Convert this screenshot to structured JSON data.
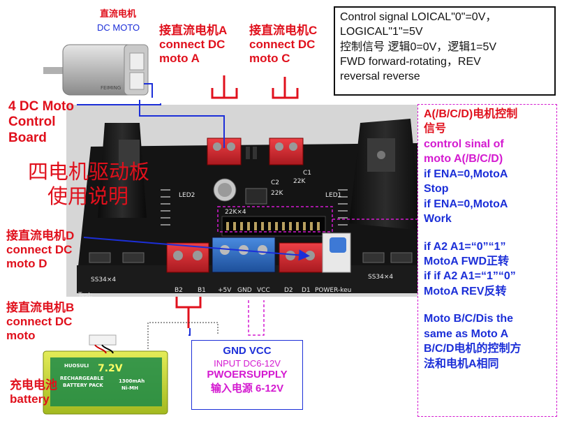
{
  "motor": {
    "label_cn": "直流电机",
    "label_en": "DC MOTO"
  },
  "connect_a": {
    "line1": "接直流电机A",
    "line2": "connect DC",
    "line3": "moto A"
  },
  "connect_c": {
    "line1": "接直流电机C",
    "line2": "connect DC",
    "line3": "moto C"
  },
  "connect_d": {
    "line1": "接直流电机D",
    "line2": "connect DC",
    "line3": "moto D"
  },
  "connect_b": {
    "line1": "接直流电机B",
    "line2": "connect DC",
    "line3": "moto"
  },
  "board_title": {
    "line1": "4 DC Moto",
    "line2": "Control",
    "line3": "Board"
  },
  "usage_cn": {
    "line1": "四电机驱动板",
    "line2": "使用说明"
  },
  "battery": {
    "line1": "充电电池",
    "line2": "battery",
    "pack_voltage": "7.2V",
    "pack_brand": "HUOSULI",
    "pack_text1": "RECHARGEABLE",
    "pack_text2": "BATTERY PACK",
    "pack_capacity": "1300mAh",
    "pack_type": "Ni-MH"
  },
  "info_box": {
    "line1": "Control signal  LOICAL\"0\"=0V，",
    "line2": "LOGICAL\"1\"=5V",
    "line3": "控制信号 逻辑0=0V，逻辑1=5V",
    "line4": "FWD forward-rotating，REV",
    "line5": "reversal reverse"
  },
  "control_box": {
    "line1": "A(/B/C/D)电机控制",
    "line2": "信号",
    "line3": "control sinal of",
    "line4": "moto A(/B/C/D)",
    "line5": "if ENA=0,MotoA",
    "line6": "Stop",
    "line7": "if ENA=0,MotoA",
    "line8": "Work",
    "line9": "if A2 A1=“0”“1”",
    "line10": "MotoA FWD正转",
    "line11": "if if A2 A1=“1”“0”",
    "line12": "MotoA REV反转",
    "line13": "Moto B/C/Dis the",
    "line14": "same as Moto A",
    "line15": "B/C/D电机的控制方",
    "line16": "法和电机A相同"
  },
  "input_box": {
    "gnd_vcc": "GND  VCC",
    "input": "INPUT  DC6-12V",
    "supply": "PWOERSUPPLY",
    "cn": "输入电源 6-12V"
  },
  "silkscreen": {
    "b2": "B2",
    "b1": "B1",
    "p5v": "+5V",
    "gnd": "GND",
    "vcc": "VCC",
    "d2": "D2",
    "d1": "D1",
    "power": "POWER-keu",
    "ss_left": "SS34×4",
    "ss_right": "SS34×4",
    "test": "Test:",
    "r22k_a": "22K",
    "r22k_b": "22K",
    "c2": "C2",
    "c1": "C1",
    "led2": "LED2",
    "led1": "LED1",
    "r22kx4": "22K×4"
  },
  "colors": {
    "red_text": "#e0101c",
    "blue_text": "#1c2fd8",
    "magenta": "#d41ad0",
    "board": "#1a1a1a",
    "terminal_red": "#d9262c",
    "terminal_blue": "#2d6fc4"
  }
}
